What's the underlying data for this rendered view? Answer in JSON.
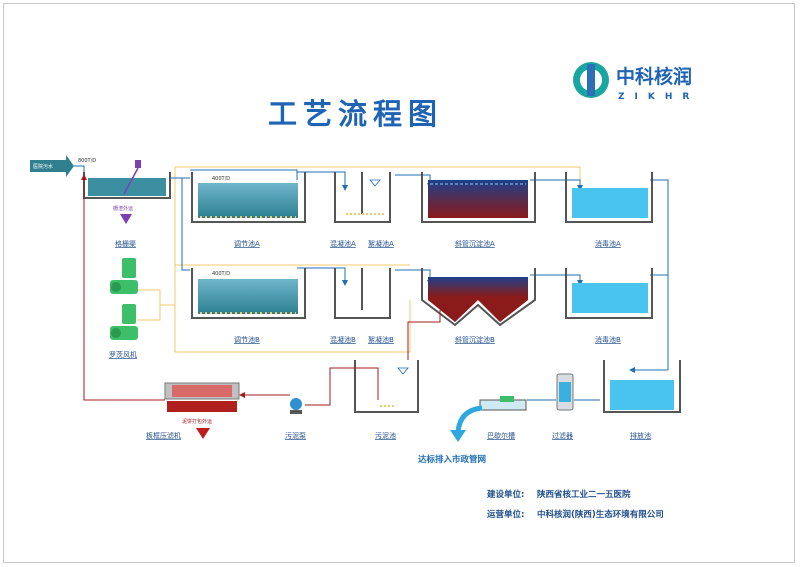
{
  "title": "工艺流程图",
  "logo": {
    "name": "中科核润",
    "sub": "ZIKHR"
  },
  "inflow": {
    "source": "医院污水",
    "flow": "800T/D"
  },
  "units": {
    "screen": "格栅渠",
    "screen_note": "栅渣外运",
    "blower": "罗茨风机",
    "tankA": {
      "regulating": "调节池A",
      "flow": "400T/D",
      "mixing": "混凝池A",
      "flocculation": "絮凝池A",
      "settling": "斜管沉淀池A",
      "disinfect": "消毒池A"
    },
    "tankB": {
      "regulating": "调节池B",
      "flow": "400T/D",
      "mixing": "混凝池B",
      "flocculation": "絮凝池B",
      "settling": "斜管沉淀池B",
      "disinfect": "消毒池B"
    },
    "filter_press": "板框压滤机",
    "cake_note": "泥饼打包外运",
    "sludge_pump": "污泥泵",
    "sludge_tank": "污泥池",
    "parshall": "巴歇尔槽",
    "filter": "过滤器",
    "discharge": "排放池"
  },
  "outflow": "达标排入市政管网",
  "info": {
    "builder_label": "建设单位:",
    "builder": "陕西省核工业二一五医院",
    "operator_label": "运营单位:",
    "operator": "中科核润(陕西)生态环境有限公司"
  },
  "colors": {
    "title": "#1f63b5",
    "water": "#3ab0e0",
    "pipe": "#1f6fb5",
    "sludge": "#8b1a1a",
    "air": "#f2c86b"
  }
}
